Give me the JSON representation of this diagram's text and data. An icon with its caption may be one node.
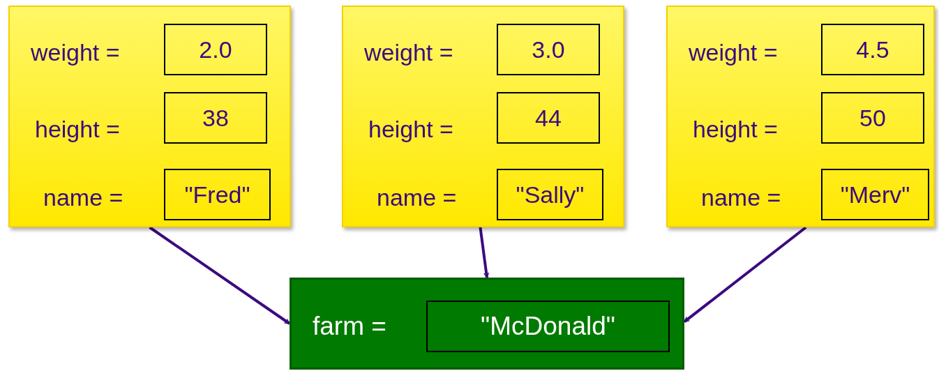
{
  "diagram": {
    "nodes": [
      {
        "text": [
          "weight =",
          "height =",
          "name ="
        ]
      },
      {
        "text": [
          "2.0"
        ],
        "in": 0
      },
      {
        "text": [
          "38"
        ],
        "in": 0
      },
      {
        "text": [
          "\"Fred\""
        ],
        "in": 0
      },
      {
        "text": [
          "weight =",
          "height =",
          "name ="
        ]
      },
      {
        "text": [
          "3.0"
        ],
        "in": 4
      },
      {
        "text": [
          "44"
        ],
        "in": 4
      },
      {
        "text": [
          "\"Sally\""
        ],
        "in": 4
      },
      {
        "text": [
          "weight =",
          "height =",
          "name ="
        ]
      },
      {
        "text": [
          "4.5"
        ],
        "in": 8
      },
      {
        "text": [
          "50"
        ],
        "in": 8
      },
      {
        "text": [
          "\"Merv\""
        ],
        "in": 8
      },
      {
        "text": [
          "farm ="
        ]
      },
      {
        "text": [
          "\"McDonald\""
        ],
        "in": 12
      }
    ],
    "edges": [
      {
        "from": 0,
        "to": 12,
        "arrow": "to"
      },
      {
        "from": 4,
        "to": 12,
        "arrow": "to"
      },
      {
        "from": 8,
        "to": 12,
        "arrow": "to"
      }
    ]
  }
}
